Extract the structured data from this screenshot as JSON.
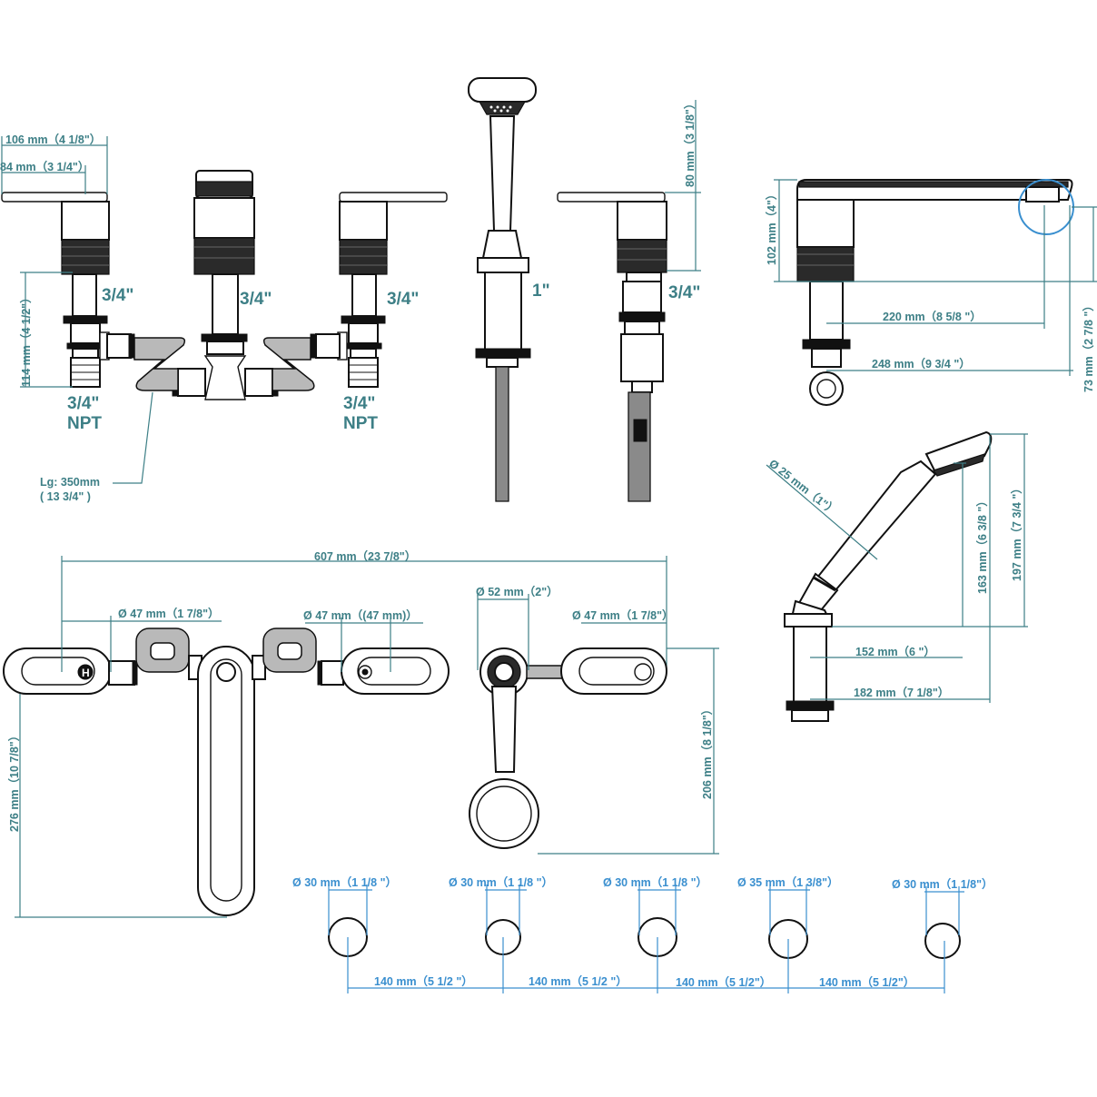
{
  "colors": {
    "dimension": "#3d7f86",
    "dimension_blue": "#3a8fcf",
    "outline": "#111111",
    "pipe": "#b9b9b9",
    "detail_circle": "#3a8fcf"
  },
  "valves": {
    "width_106": "106 mm（4 1/8\"）",
    "width_84": "84 mm（3 1/4\"）",
    "height_114": "114 mm（4 1/2\"）",
    "thread_left": "3/4\"",
    "thread_center": "3/4\"",
    "thread_right": "3/4\"",
    "npt_left_1": "3/4\"",
    "npt_left_2": "NPT",
    "npt_right_1": "3/4\"",
    "npt_right_2": "NPT",
    "hose_len_1": "Lg: 350mm",
    "hose_len_2": "( 13 3/4\" )"
  },
  "handshower": {
    "thread": "1\"",
    "height_80": "80 mm（3 1/8\"）",
    "diverter_thread": "3/4\""
  },
  "spout": {
    "h_102": "102 mm（4\"）",
    "reach_220": "220 mm（8 5/8 \"）",
    "reach_248": "248 mm（9 3/4 \"）",
    "h_73": "73 mm（2 7/8 \"）"
  },
  "hand_angle": {
    "dia_25": "Ø 25 mm（1\"）",
    "h_163": "163 mm（6 3/8 \"）",
    "h_197": "197 mm（7 3/4 \"）",
    "d_152": "152 mm（6 \"）",
    "d_182": "182 mm（7 1/8\"）"
  },
  "plan": {
    "total_607": "607 mm（23 7/8\"）",
    "dia_47_left": "Ø 47 mm（1 7/8\"）",
    "dia_47_mid": "Ø 47 mm（(47 mm)）",
    "dia_52": "Ø 52 mm（2\"）",
    "dia_47_right": "Ø 47 mm（1 7/8\"）",
    "depth_276": "276 mm（10 7/8\"）",
    "depth_206": "206 mm（8 1/8\"）",
    "hot_mark": "H"
  },
  "holes": {
    "hole_1": "Ø 30 mm（1 1/8 \"）",
    "hole_2": "Ø 30 mm（1 1/8 \"）",
    "hole_3": "Ø 30 mm（1 1/8 \"）",
    "hole_4": "Ø 35 mm（1 3/8\"）",
    "hole_5": "Ø 30 mm（1 1/8\"）",
    "sp_1": "140 mm（5 1/2 \"）",
    "sp_2": "140 mm（5 1/2 \"）",
    "sp_3": "140 mm（5 1/2\"）",
    "sp_4": "140 mm（5 1/2\"）"
  }
}
